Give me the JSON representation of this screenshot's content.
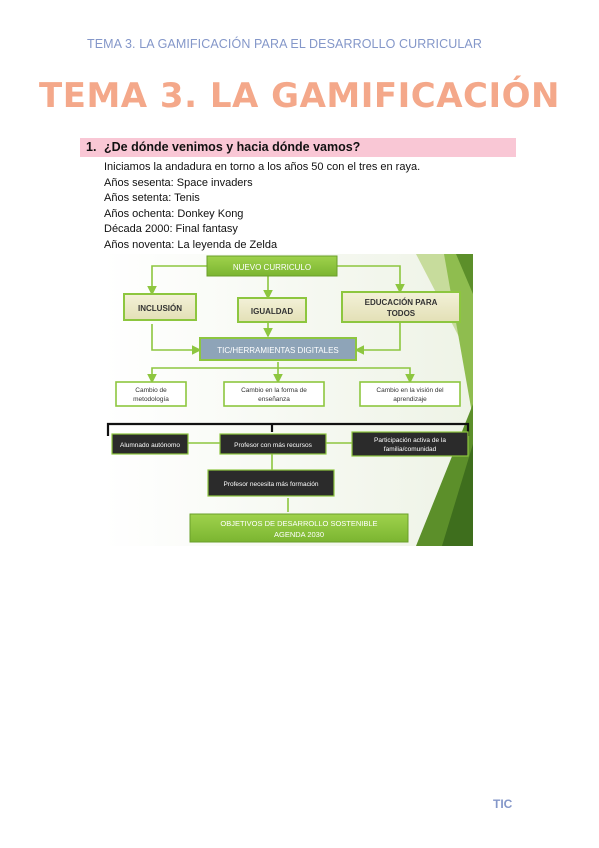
{
  "header": "TEMA 3. LA GAMIFICACIÓN PARA EL DESARROLLO CURRICULAR",
  "title": "TEMA 3. LA GAMIFICACIÓN",
  "section": {
    "number": "1.",
    "title": "¿De dónde venimos y hacia dónde vamos?"
  },
  "lines": [
    "Iniciamos la andadura en torno a los años 50 con el tres en raya.",
    "Años sesenta: Space invaders",
    "Años setenta: Tenis",
    "Años ochenta: Donkey Kong",
    "Década 2000: Final fantasy",
    "Años noventa: La leyenda de Zelda"
  ],
  "diagram": {
    "top": "NUEVO CURRICULO",
    "row1": [
      "INCLUSIÓN",
      "IGUALDAD",
      "EDUCACIÓN PARA",
      "TODOS"
    ],
    "mid": "TIC/HERRAMIENTAS DIGITALES",
    "row2": [
      "Cambio de",
      "metodología",
      "Cambio en la forma de",
      "enseñanza",
      "Cambio en la visión del",
      "aprendizaje"
    ],
    "row3": [
      "Alumnado autónomo",
      "Profesor con más recursos",
      "Participación activa de la",
      "familia/comunidad"
    ],
    "row4": "Profesor necesita más formación",
    "bottom": [
      "OBJETIVOS DE DESARROLLO SOSTENIBLE",
      "AGENDA 2030"
    ]
  },
  "colors": {
    "green": "#8dc63f",
    "dark_green": "#5c8f2a",
    "pink": "#f9c7d5",
    "salmon": "#f4a88a",
    "blue": "#8497c9"
  },
  "footer": "TIC"
}
